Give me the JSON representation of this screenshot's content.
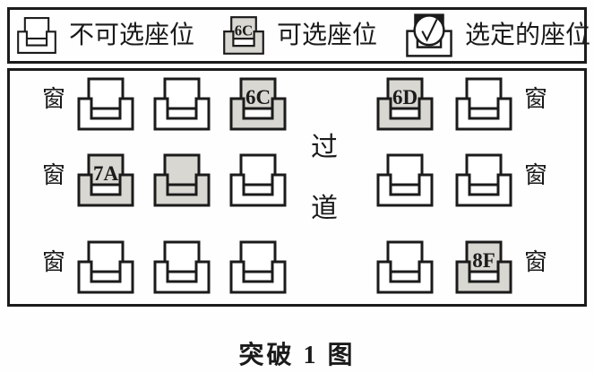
{
  "colors": {
    "line": "#1b1b1b",
    "seat_available_fill": "#d8d7d2",
    "seat_default_fill": "#ffffff",
    "text": "#1a1a1a"
  },
  "legend": {
    "items": [
      {
        "label": "不可选座位",
        "seat": {
          "state": "unavailable"
        }
      },
      {
        "label": "可选座位",
        "seat": {
          "state": "available",
          "label": "6C"
        }
      },
      {
        "label": "选定的座位",
        "seat": {
          "state": "selected"
        }
      }
    ]
  },
  "cabin": {
    "window_label": "窗",
    "aisle_chars": [
      "过",
      "道"
    ],
    "rows": [
      {
        "left": [
          {
            "state": "unavailable"
          },
          {
            "state": "unavailable"
          },
          {
            "state": "available",
            "label": "6C"
          }
        ],
        "right": [
          {
            "state": "available",
            "label": "6D"
          },
          {
            "state": "unavailable"
          }
        ]
      },
      {
        "left": [
          {
            "state": "available",
            "label": "7A"
          },
          {
            "state": "available",
            "label": "",
            "full": true
          },
          {
            "state": "unavailable"
          }
        ],
        "right": [
          {
            "state": "unavailable"
          },
          {
            "state": "unavailable"
          }
        ]
      },
      {
        "left": [
          {
            "state": "unavailable"
          },
          {
            "state": "unavailable"
          },
          {
            "state": "unavailable"
          }
        ],
        "right": [
          {
            "state": "unavailable"
          },
          {
            "state": "available",
            "label": "8F"
          }
        ]
      }
    ]
  },
  "caption": "突破 1 图"
}
